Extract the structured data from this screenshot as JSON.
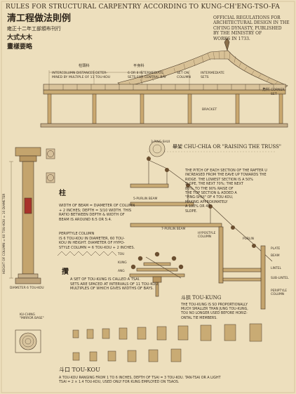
{
  "title": {
    "en_main": "RULES FOR STRUCTURAL CARPENTRY ACCORDING TO KUNG-CH'ENG-TSO-FA",
    "cn_title": "清工程做法則例",
    "cn_sub1": "雍正十二年工部頒布刊行",
    "cn_sub2": "大式大木",
    "cn_sub3": "畫樣要略"
  },
  "official_note": "OFFICIAL REGULATIONS FOR\nARCHITECTURAL DESIGN IN THE\nCH'ING DYNASTY, PUBLISHED\nBY THE MINISTRY OF\nWORKS IN 1733.",
  "elevation_labels": {
    "intercolumn": "INTERCOLUMN DISTANCES DETER-\nMINED BY MULTIPLE OF 11 TOU-KOU",
    "intermediate": "6 OR 8 INTERMEDIATE\nSETS FOR CENTRAL BAY",
    "set_on_column": "SET ON\nCOLUMN",
    "intermediate_sets": "INTERMEDIATE\nSETS",
    "corner_set": "CORNER\nSET",
    "bracket": "BRACKET",
    "cn_top": "柱頭科",
    "cn_mid": "平身科",
    "cn_corner": "角科"
  },
  "truss": {
    "heading_cn": "舉架",
    "heading_en": "CHU-CHIA OR \"RAISING THE TRUSS\"",
    "text": "THE PITCH OF EACH SECTION OF THE RAFTER U\nINCREASED FROM THE EAVE UP TOWARDS THE\nRIDGE. THE LOWEST SECTION IS A 50%\nSLOPE, THE NEXT 70%; THE NEXT\n80%, TO THE 90% RAISE OF\nTHE TOP SECTION & ADDED A\n\"PING-SHUI\" OF 4 TOU-KOU,\nMAKING APPROXIMATELY\nA 100% OR 45°\nSLOPE.",
    "ridge": "3-PING-SHUI",
    "purlin5": "5-PURLIN BEAM",
    "purlin7": "7-PURLIN BEAM",
    "hypostyle": "HYPOSTYLE\nCOLUMN",
    "purlin": "PURLIN",
    "plate": "PLATE",
    "beam": "BEAM",
    "lintel": "LINTEL",
    "sub_lintel": "SUB-LINTEL",
    "periptyle": "PERIPTYLE\nCOLUMN"
  },
  "column_text": {
    "cn": "柱",
    "text": "WIDTH OF BEAM = DIAMETER OF COLUMN\n+ 2 INCHES; DEPTH = 3/10 WIDTH. THIS\nRATIO BETWEEN DEPTH & WIDTH OF\nBEAM IS AROUND 6:5 OR 5:4."
  },
  "periptyle_text": "PERIPTYLE COLUMN\nIS 6 TOU-KOU IN DIAMETER, 60 TOU-\nKOU IN HEIGHT. DIAMETER OF HYPO-\nSTYLE COLUMN = 6 TOU-KOU + 2 INCHES.",
  "tsai": {
    "cn": "攢",
    "text": "A SET OF TOU-KUNG IS CALLED A TSAI.\nSETS ARE SPACED AT INTERVALS OF 11 TOU-KOU,\nMULTIPLES OF WHICH GIVES WIDTHS OF BAYS."
  },
  "toukung": {
    "cn": "斗拱",
    "heading": "TOU-KUNG",
    "text": "THE TOU-KUNG IS SO PROPORTIONALLY\nMUCH SMALLER THAN JUNG TOU-KUNG,\nTOU NO LONGER USED BEFORE HORIZ-\nONTAL TIE MEMBERS.",
    "tou": "TOU",
    "kung": "KUNG",
    "ang": "ANG"
  },
  "scale_labels": {
    "height": "HEIGHT OF COLUMN = 60 TOU-KOU = 10 DIAMETER",
    "diameter": "DIAMETER 6 TOU-KOU",
    "base": "KU-CHING\n\"MIRROR BASE\""
  },
  "toukou": {
    "cn": "斗口",
    "heading": "TOU-KOU",
    "text": "A TOU-KOU RANGING FROM 1 TO 6 INCHES, DEPTH OF TSAI = 3 TOU-KOU. TAN-TSAI OR A LIGHT\nTSAI = 2 × 1.4 TOU-KOU, USED ONLY FOR KUNG EMPLOYED ON TSAOS."
  },
  "palette": {
    "paper": "#eddfbd",
    "ink": "#3a2e20",
    "accent_red": "#a8322b",
    "wood": "#c4a46d"
  }
}
